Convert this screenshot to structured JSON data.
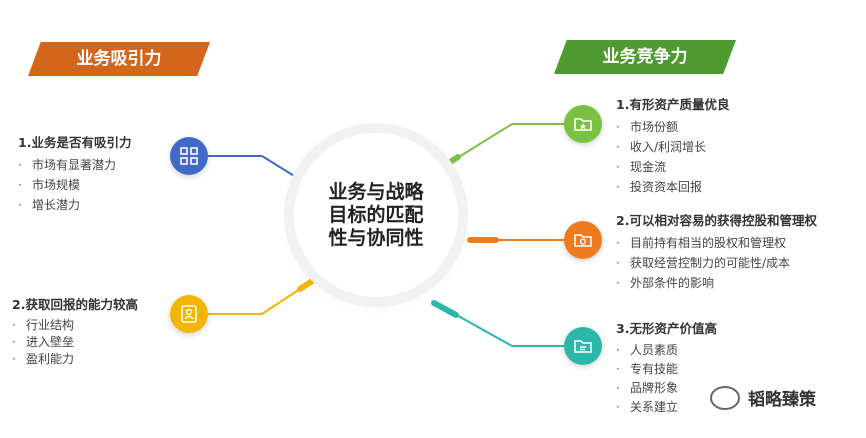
{
  "banners": {
    "left": "业务吸引力",
    "right": "业务竞争力"
  },
  "hub": {
    "text": "业务与战略目标的匹配性与协同性"
  },
  "left_groups": [
    {
      "title": "1.业务是否有吸引力",
      "items": [
        "市场有显著潜力",
        "市场规模",
        "增长潜力"
      ],
      "icon": "qr-grid-icon",
      "color": "#4169c8"
    },
    {
      "title": "2.获取回报的能力较高",
      "items": [
        "行业结构",
        "进入壁垒",
        "盈利能力"
      ],
      "icon": "person-card-icon",
      "color": "#f2b600"
    }
  ],
  "right_groups": [
    {
      "title": "1.有形资产质量优良",
      "items": [
        "市场份额",
        "收入/利润增长",
        "现金流",
        "投资资本回报"
      ],
      "icon": "folder-star-icon",
      "color": "#7ac142"
    },
    {
      "title": "2.可以相对容易的获得控股和管理权",
      "items": [
        "目前持有相当的股权和管理权",
        "获取经营控制力的可能性/成本",
        "外部条件的影响"
      ],
      "icon": "folder-gear-icon",
      "color": "#f07a20"
    },
    {
      "title": "3.无形资产价值高",
      "items": [
        "人员素质",
        "专有技能",
        "品牌形象",
        "关系建立"
      ],
      "icon": "folder-doc-icon",
      "color": "#2bb8a8"
    }
  ],
  "bullet": "·",
  "watermark": "韬略臻策",
  "colors": {
    "banner_left": "#d4661c",
    "banner_right": "#4f9a2f",
    "connector_blue": "#4169c8",
    "connector_yellow": "#f2b600",
    "connector_green": "#7ac142",
    "connector_orange": "#f07a20",
    "connector_teal": "#2bb8a8"
  }
}
